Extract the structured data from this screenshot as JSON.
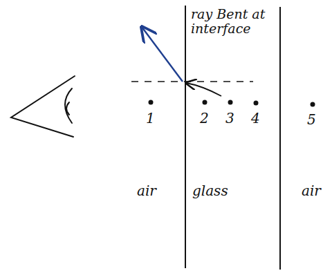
{
  "diagram": {
    "labels": [
      "ray Bent at interface",
      "1",
      "2",
      "3",
      "4",
      "5",
      "air",
      "glass",
      "air"
    ]
  }
}
